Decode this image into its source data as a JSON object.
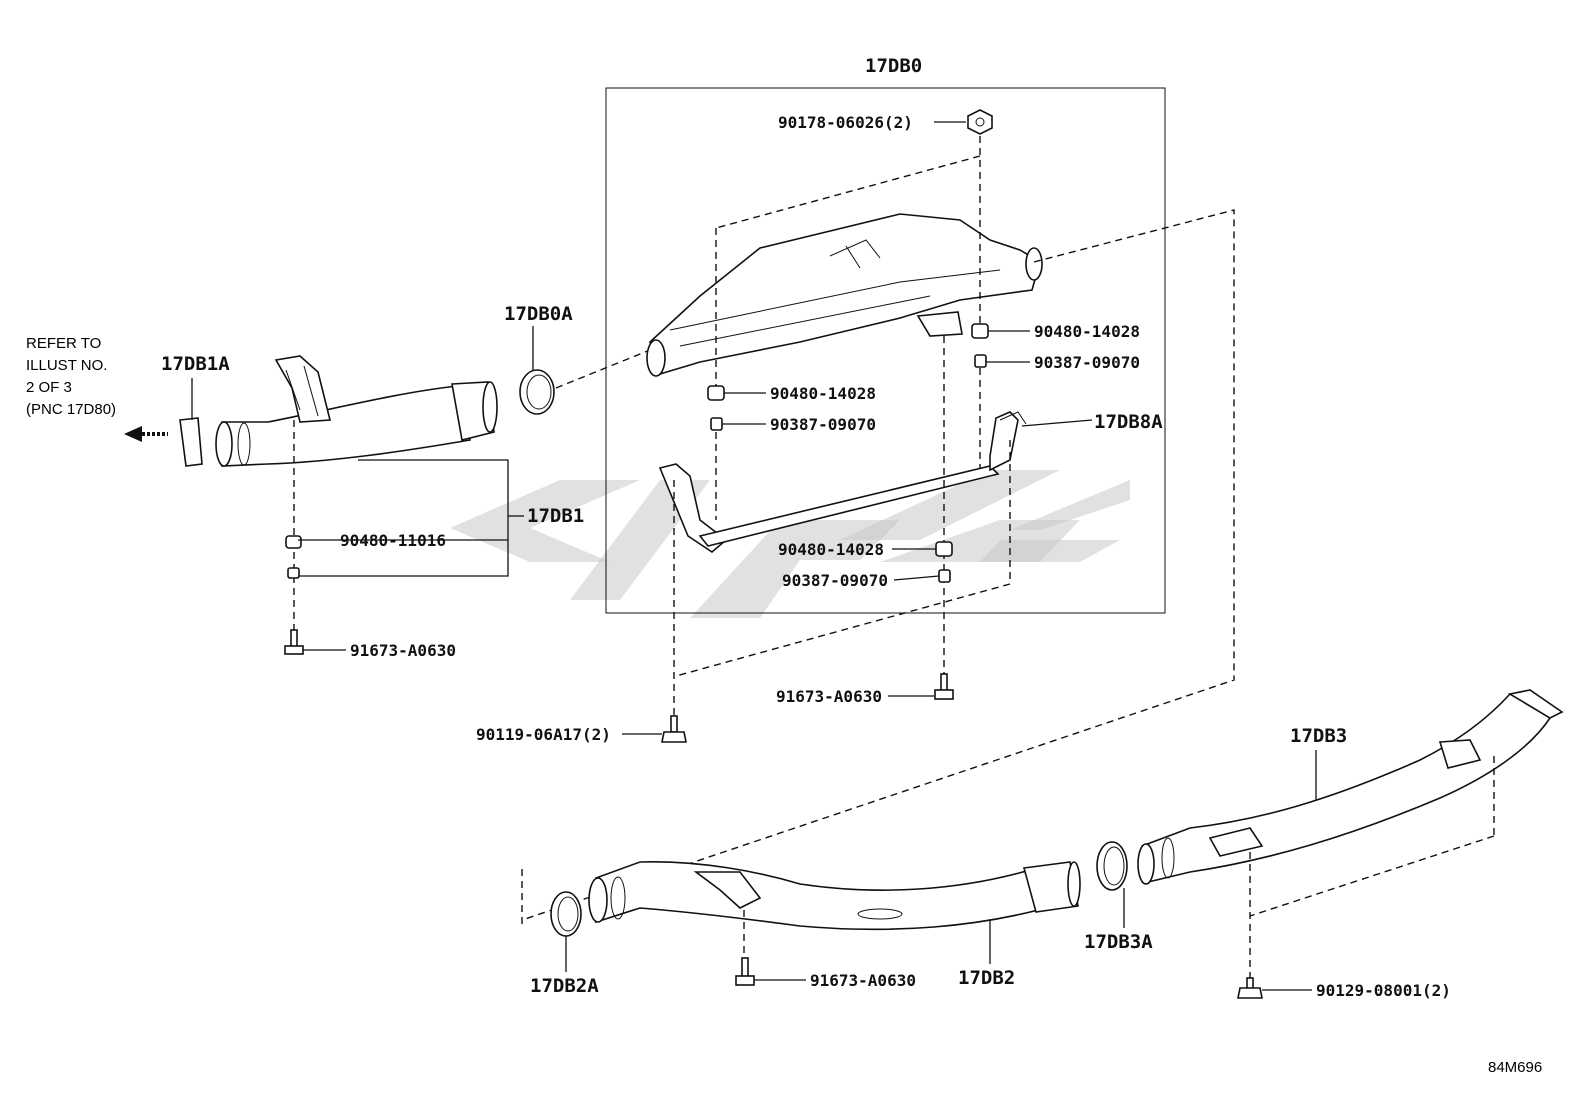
{
  "diagram": {
    "refer_note": [
      "REFER TO",
      "ILLUST NO.",
      "2 OF 3",
      "(PNC 17D80)"
    ],
    "assembly_label": "17DB0",
    "footer_code": "84M696",
    "labels": {
      "p_17DB1A": "17DB1A",
      "p_17DB0A": "17DB0A",
      "p_17DB1": "17DB1",
      "p_90480_11016": "90480-11016",
      "p_91673_A0630_left": "91673-A0630",
      "p_90178_06026": "90178-06026(2)",
      "p_90480_14028_right": "90480-14028",
      "p_90387_09070_right": "90387-09070",
      "p_90480_14028_mid": "90480-14028",
      "p_90387_09070_mid": "90387-09070",
      "p_17DB8A": "17DB8A",
      "p_90480_14028_low": "90480-14028",
      "p_90387_09070_low": "90387-09070",
      "p_91673_A0630_center": "91673-A0630",
      "p_90119_06A17": "90119-06A17(2)",
      "p_17DB3": "17DB3",
      "p_17DB2A": "17DB2A",
      "p_91673_A0630_bottom": "91673-A0630",
      "p_17DB2": "17DB2",
      "p_17DB3A": "17DB3A",
      "p_90129_08001": "90129-08001(2)"
    }
  }
}
